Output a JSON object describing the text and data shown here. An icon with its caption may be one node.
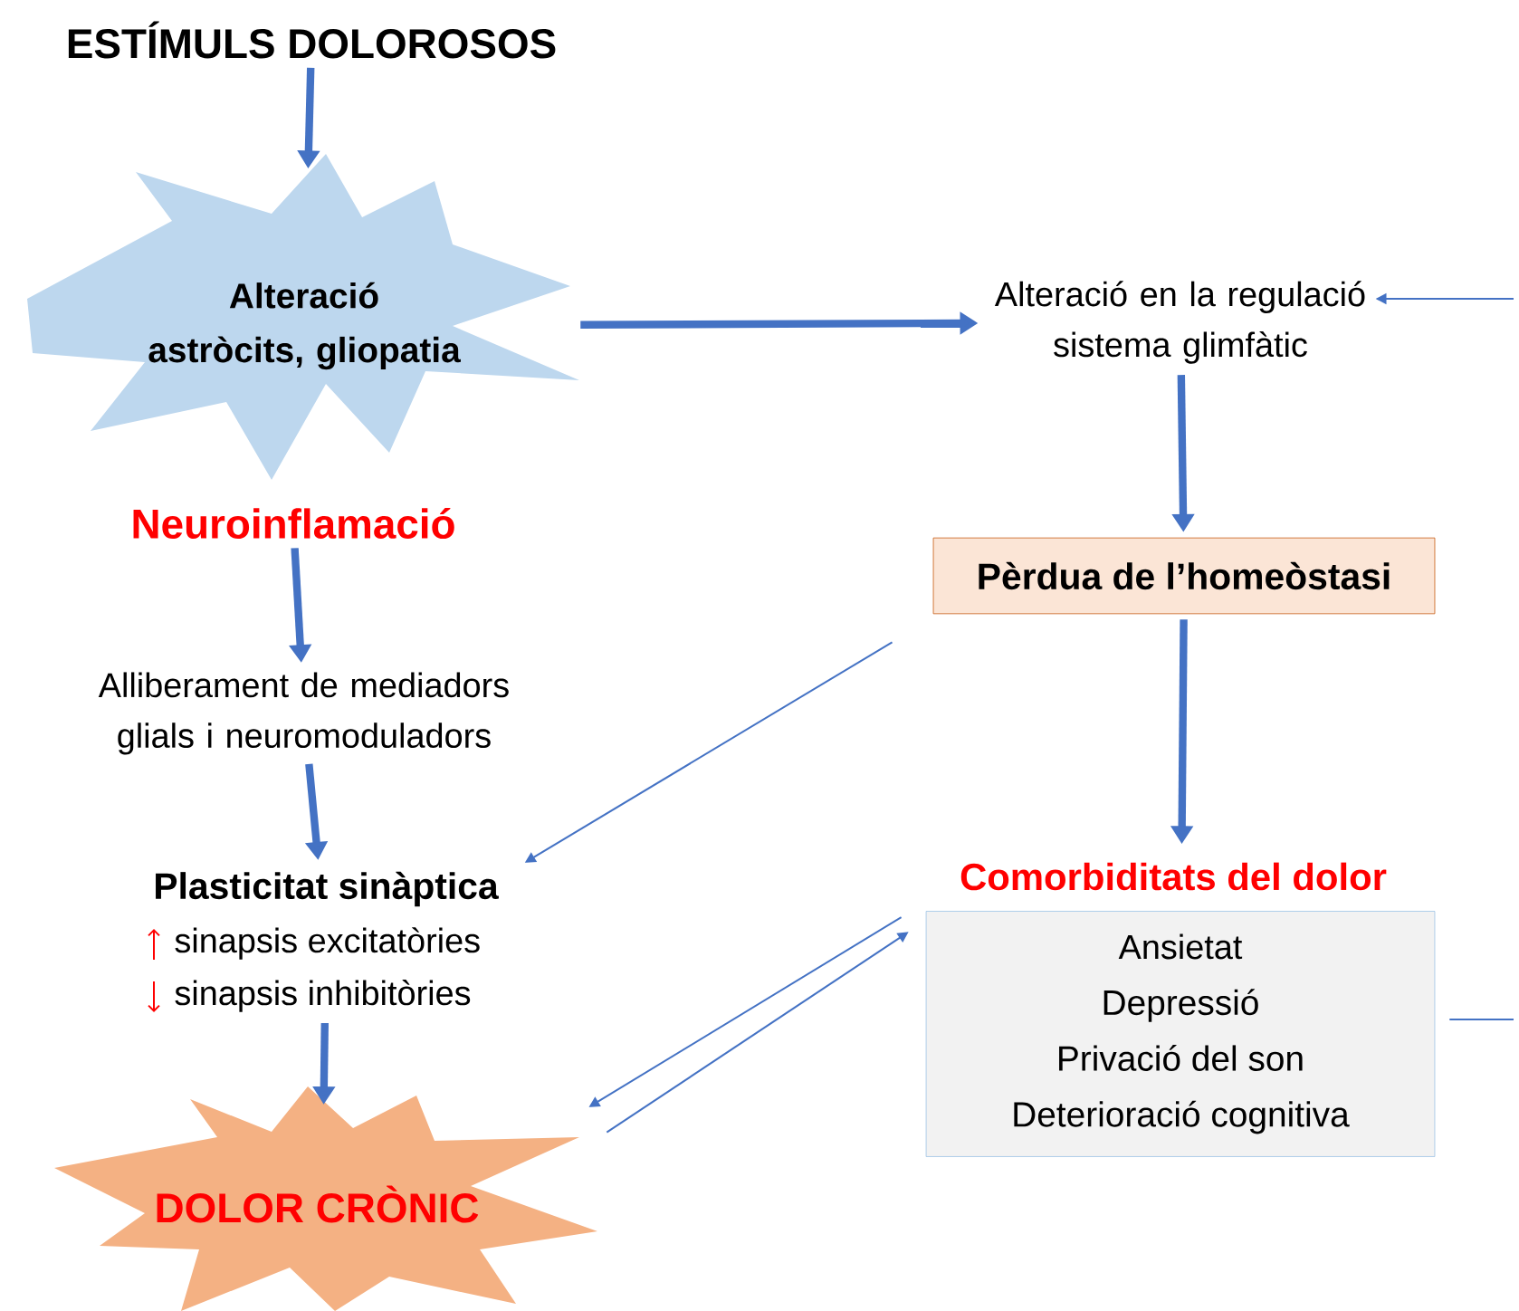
{
  "diagram": {
    "nodes": [
      {
        "text": [
          "ESTÍMULS DOLOROSOS"
        ]
      },
      {
        "text": [
          "Alteració astròcits, gliopatia"
        ]
      },
      {
        "text": [
          "Neuroinflamació"
        ]
      },
      {
        "text": [
          "Alliberament de mediadors glials i neuromoduladors"
        ]
      },
      {
        "text": [
          "Plasticitat sinàptica",
          "sinapsis excitatòries",
          "sinapsis inhibitòries"
        ]
      },
      {
        "text": [
          "DOLOR CRÒNIC"
        ]
      },
      {
        "text": [
          "Alteració en la regulació sistema glimfàtic"
        ]
      },
      {
        "text": [
          "Pèrdua de l’homeòstasi"
        ]
      },
      {
        "text": [
          "Comorbiditats del dolor",
          "Ansietat",
          "Depressió",
          "Privació del son",
          "Deterioració cognitiva"
        ]
      }
    ],
    "edges": [
      {
        "from": 0,
        "to": 1,
        "arrow": "to"
      },
      {
        "from": 2,
        "to": 3,
        "arrow": "to"
      },
      {
        "from": 3,
        "to": 4,
        "arrow": "to"
      },
      {
        "from": 4,
        "to": 5,
        "arrow": "to"
      },
      {
        "from": 1,
        "to": 6,
        "arrow": "to"
      },
      {
        "from": null,
        "to": 6,
        "arrow": "to"
      },
      {
        "from": 6,
        "to": 7,
        "arrow": "to"
      },
      {
        "from": 7,
        "to": 8,
        "arrow": "to"
      },
      {
        "from": 7,
        "to": 4,
        "arrow": "to"
      },
      {
        "from": 8,
        "to": 5,
        "arrow": "to"
      },
      {
        "from": 5,
        "to": 8,
        "arrow": "to"
      },
      {
        "from": 8,
        "to": null,
        "arrow": "none"
      }
    ]
  }
}
